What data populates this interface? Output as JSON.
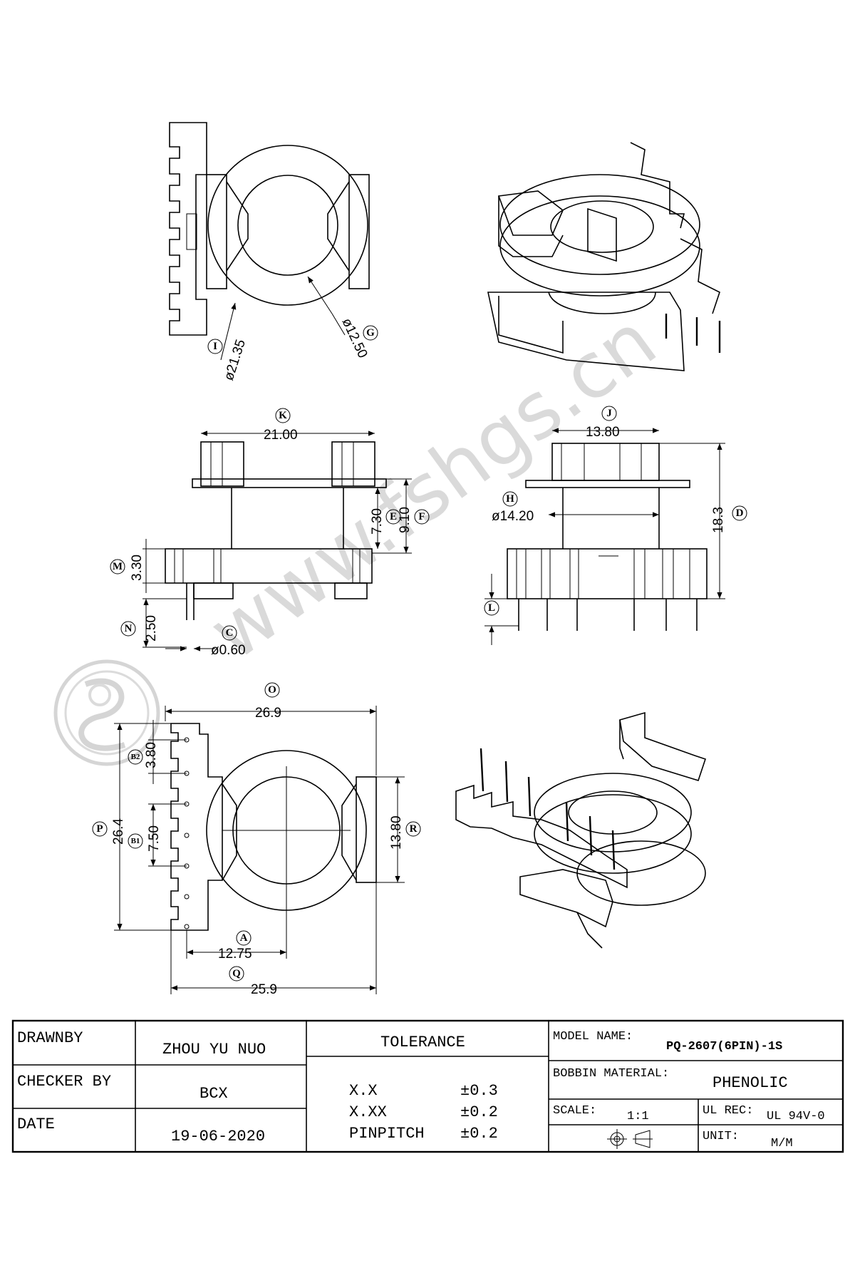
{
  "watermark": "www.fshgs.cn",
  "top_view": {
    "callouts": [
      {
        "letter": "I",
        "value": "ø21.35"
      },
      {
        "letter": "G",
        "value": "ø12.50"
      }
    ]
  },
  "front_view": {
    "callouts": [
      {
        "letter": "K",
        "value": "21.00"
      },
      {
        "letter": "E",
        "value": "7.30"
      },
      {
        "letter": "F",
        "value": "9.10"
      },
      {
        "letter": "M",
        "value": "3.30"
      },
      {
        "letter": "N",
        "value": "2.50"
      },
      {
        "letter": "C",
        "value": "ø0.60"
      }
    ]
  },
  "side_view": {
    "callouts": [
      {
        "letter": "J",
        "value": "13.80"
      },
      {
        "letter": "H",
        "value": "ø14.20"
      },
      {
        "letter": "D",
        "value": "18.3"
      },
      {
        "letter": "L",
        "value": ""
      }
    ]
  },
  "bottom_view": {
    "callouts": [
      {
        "letter": "O",
        "value": "26.9"
      },
      {
        "letter": "B2",
        "value": "3.80"
      },
      {
        "letter": "P",
        "value": "26.4"
      },
      {
        "letter": "B1",
        "value": "7.50"
      },
      {
        "letter": "R",
        "value": "13.80"
      },
      {
        "letter": "A",
        "value": "12.75"
      },
      {
        "letter": "Q",
        "value": "25.9"
      }
    ]
  },
  "title_block": {
    "drawn_by_label": "DRAWNBY",
    "drawn_by": "ZHOU YU NUO",
    "checker_label": "CHECKER BY",
    "checker": "BCX",
    "date_label": "DATE",
    "date": "19-06-2020",
    "tolerance_label": "TOLERANCE",
    "tolerances": [
      {
        "name": "X.X",
        "value": "±0.3"
      },
      {
        "name": "X.XX",
        "value": "±0.2"
      },
      {
        "name": "PINPITCH",
        "value": "±0.2"
      }
    ],
    "model_label": "MODEL NAME:",
    "model": "PQ-2607(6PIN)-1S",
    "material_label": "BOBBIN MATERIAL:",
    "material": "PHENOLIC",
    "scale_label": "SCALE:",
    "scale": "1:1",
    "ul_label": "UL REC:",
    "ul": "UL 94V-0",
    "unit_label": "UNIT:",
    "unit": "M/M"
  }
}
